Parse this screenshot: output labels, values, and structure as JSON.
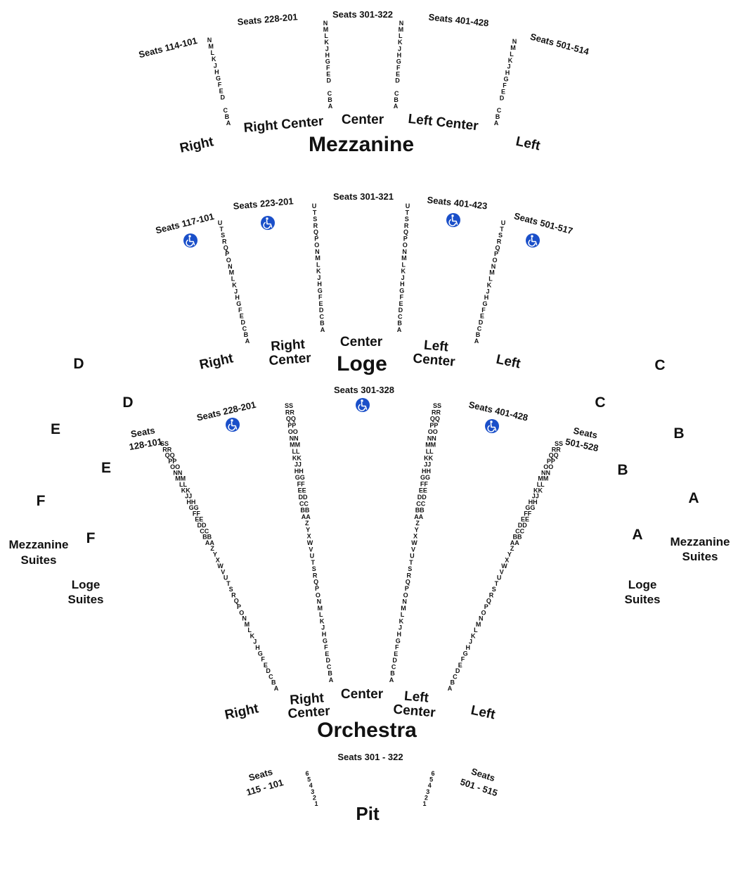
{
  "colors": {
    "text": "#111111",
    "accessible": "#1a4fc9",
    "background": "#ffffff"
  },
  "icons": {
    "accessible": "wheelchair-icon"
  },
  "mezzanine": {
    "title": "Mezzanine",
    "sections": [
      "Right",
      "Right Center",
      "Center",
      "Left Center",
      "Left"
    ],
    "seat_ranges": [
      "Seats 114-101",
      "Seats 228-201",
      "Seats 301-322",
      "Seats 401-428",
      "Seats 501-514"
    ],
    "aisle_rows": [
      "N",
      "M",
      "L",
      "K",
      "J",
      "H",
      "G",
      "F",
      "E",
      "D",
      "",
      "C",
      "B",
      "A"
    ]
  },
  "loge": {
    "title": "Loge",
    "sections": [
      "Right",
      "Right Center",
      "Center",
      "Left Center",
      "Left"
    ],
    "seat_ranges": [
      "Seats 117-101",
      "Seats 223-201",
      "Seats 301-321",
      "Seats 401-423",
      "Seats 501-517"
    ],
    "aisle_rows": [
      "U",
      "T",
      "S",
      "R",
      "Q",
      "P",
      "O",
      "N",
      "M",
      "L",
      "K",
      "J",
      "H",
      "G",
      "F",
      "E",
      "D",
      "C",
      "B",
      "A"
    ]
  },
  "orchestra": {
    "title": "Orchestra",
    "sections": [
      "Right",
      "Right Center",
      "Center",
      "Left Center",
      "Left"
    ],
    "seat_ranges": [
      "Seats 128-101",
      "Seats 228-201",
      "Seats 301-328",
      "Seats 401-428",
      "Seats 501-528"
    ],
    "aisle_rows": [
      "SS",
      "RR",
      "QQ",
      "PP",
      "OO",
      "NN",
      "MM",
      "LL",
      "KK",
      "JJ",
      "HH",
      "GG",
      "FF",
      "EE",
      "DD",
      "CC",
      "BB",
      "AA",
      "Z",
      "Y",
      "X",
      "W",
      "V",
      "U",
      "T",
      "S",
      "R",
      "Q",
      "P",
      "O",
      "N",
      "M",
      "L",
      "K",
      "J",
      "H",
      "G",
      "F",
      "E",
      "D",
      "C",
      "B",
      "A"
    ]
  },
  "pit": {
    "title": "Pit",
    "seat_ranges": [
      "Seats 115 - 101",
      "Seats 301 - 322",
      "Seats 501 - 515"
    ],
    "rows": [
      "6",
      "5",
      "4",
      "3",
      "2",
      "1"
    ]
  },
  "boxes": {
    "left": [
      "D",
      "D",
      "E",
      "E",
      "F",
      "F"
    ],
    "right": [
      "C",
      "C",
      "B",
      "B",
      "A",
      "A"
    ]
  },
  "suites": {
    "mezzanine": "Mezzanine Suites",
    "loge": "Loge Suites"
  }
}
